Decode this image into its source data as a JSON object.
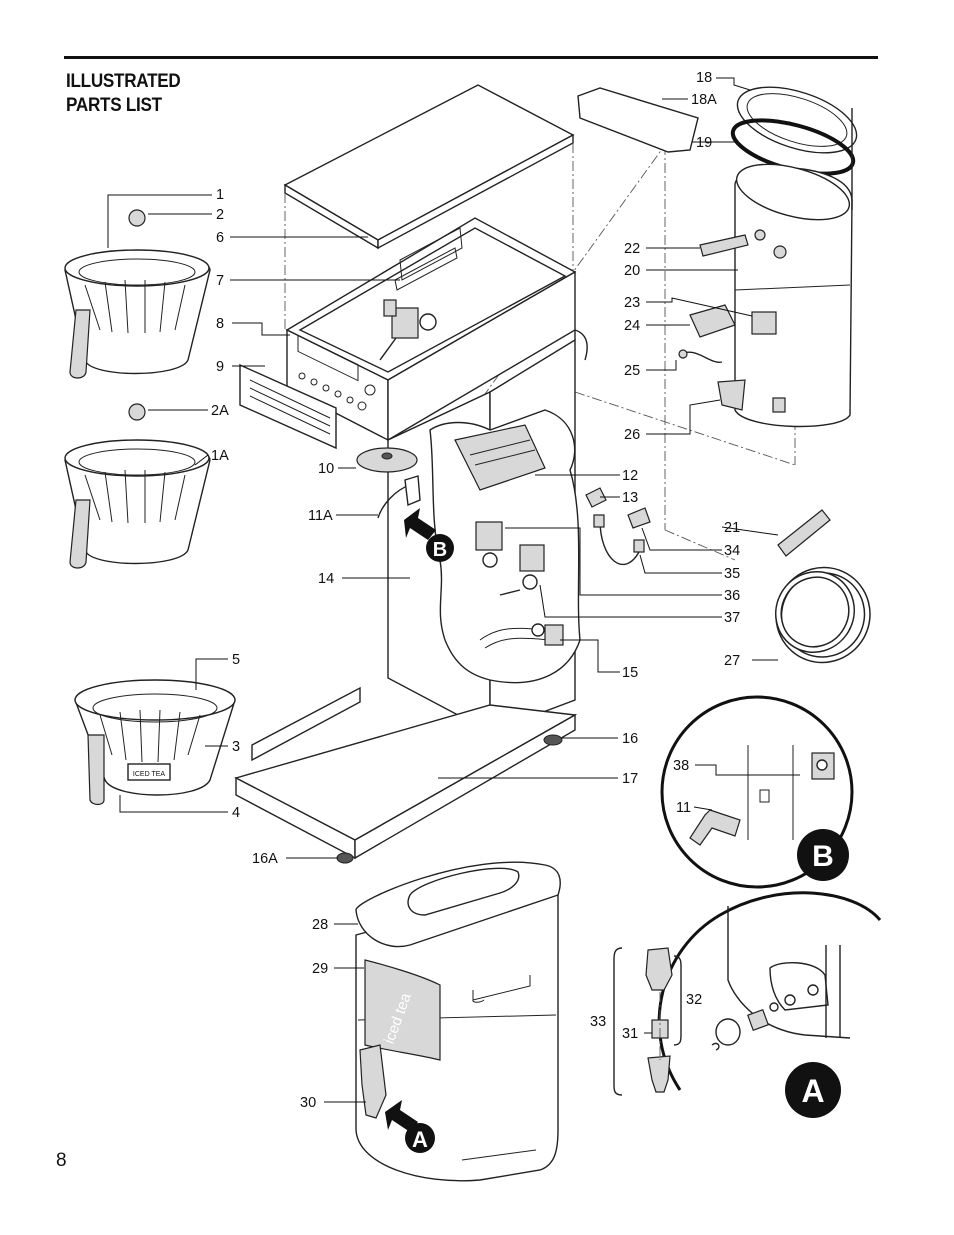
{
  "header": {
    "title_line1": "ILLUSTRATED",
    "title_line2": "PARTS LIST"
  },
  "page_number": "8",
  "callouts": [
    {
      "id": "1",
      "label": "1"
    },
    {
      "id": "2",
      "label": "2"
    },
    {
      "id": "6",
      "label": "6"
    },
    {
      "id": "7",
      "label": "7"
    },
    {
      "id": "8",
      "label": "8"
    },
    {
      "id": "9",
      "label": "9"
    },
    {
      "id": "2A",
      "label": "2A"
    },
    {
      "id": "1A",
      "label": "1A"
    },
    {
      "id": "10",
      "label": "10"
    },
    {
      "id": "11A",
      "label": "11A"
    },
    {
      "id": "14",
      "label": "14"
    },
    {
      "id": "5",
      "label": "5"
    },
    {
      "id": "3",
      "label": "3"
    },
    {
      "id": "4",
      "label": "4"
    },
    {
      "id": "16A",
      "label": "16A"
    },
    {
      "id": "28",
      "label": "28"
    },
    {
      "id": "29",
      "label": "29"
    },
    {
      "id": "30",
      "label": "30"
    },
    {
      "id": "18",
      "label": "18"
    },
    {
      "id": "18A",
      "label": "18A"
    },
    {
      "id": "19",
      "label": "19"
    },
    {
      "id": "22",
      "label": "22"
    },
    {
      "id": "20",
      "label": "20"
    },
    {
      "id": "23",
      "label": "23"
    },
    {
      "id": "24",
      "label": "24"
    },
    {
      "id": "25",
      "label": "25"
    },
    {
      "id": "26",
      "label": "26"
    },
    {
      "id": "12",
      "label": "12"
    },
    {
      "id": "13",
      "label": "13"
    },
    {
      "id": "21",
      "label": "21"
    },
    {
      "id": "34",
      "label": "34"
    },
    {
      "id": "35",
      "label": "35"
    },
    {
      "id": "36",
      "label": "36"
    },
    {
      "id": "37",
      "label": "37"
    },
    {
      "id": "27",
      "label": "27"
    },
    {
      "id": "15",
      "label": "15"
    },
    {
      "id": "16",
      "label": "16"
    },
    {
      "id": "17",
      "label": "17"
    },
    {
      "id": "38",
      "label": "38"
    },
    {
      "id": "11",
      "label": "11"
    },
    {
      "id": "33",
      "label": "33"
    },
    {
      "id": "32",
      "label": "32"
    },
    {
      "id": "31",
      "label": "31"
    }
  ],
  "detail_markers": {
    "b_small": "B",
    "a_small": "A",
    "b_large": "B",
    "a_large": "A"
  },
  "decals": {
    "funnel_label": "ICED TEA",
    "dispenser_label": "iced tea"
  }
}
